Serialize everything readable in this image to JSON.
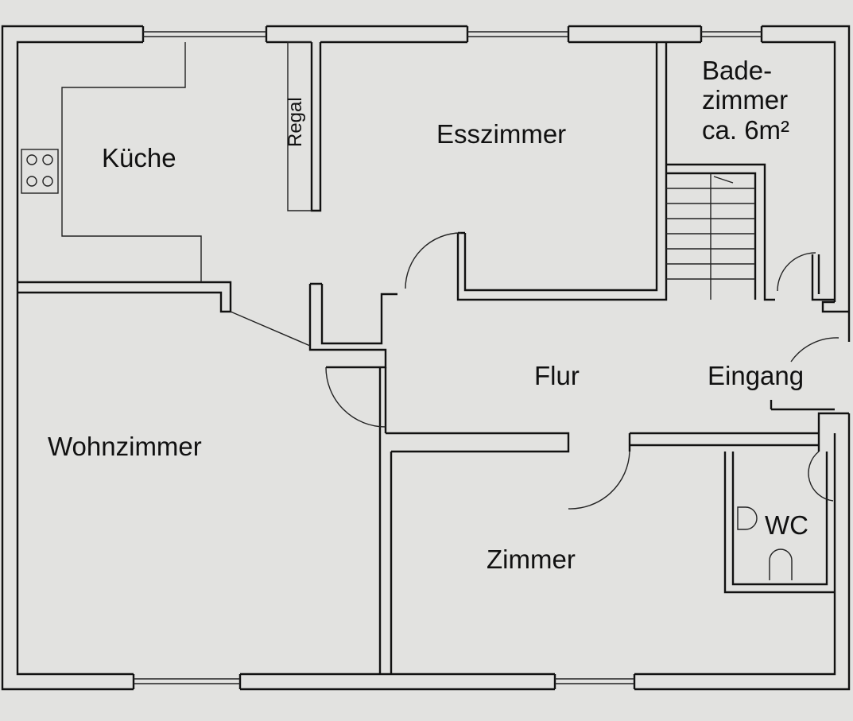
{
  "rooms": {
    "kitchen": "Küche",
    "shelf": "Regal",
    "dining": "Esszimmer",
    "bathroom_line1": "Bade-",
    "bathroom_line2": "zimmer",
    "bathroom_area": "ca. 6m²",
    "hallway": "Flur",
    "entrance": "Eingang",
    "living": "Wohnzimmer",
    "room": "Zimmer",
    "wc": "WC"
  }
}
